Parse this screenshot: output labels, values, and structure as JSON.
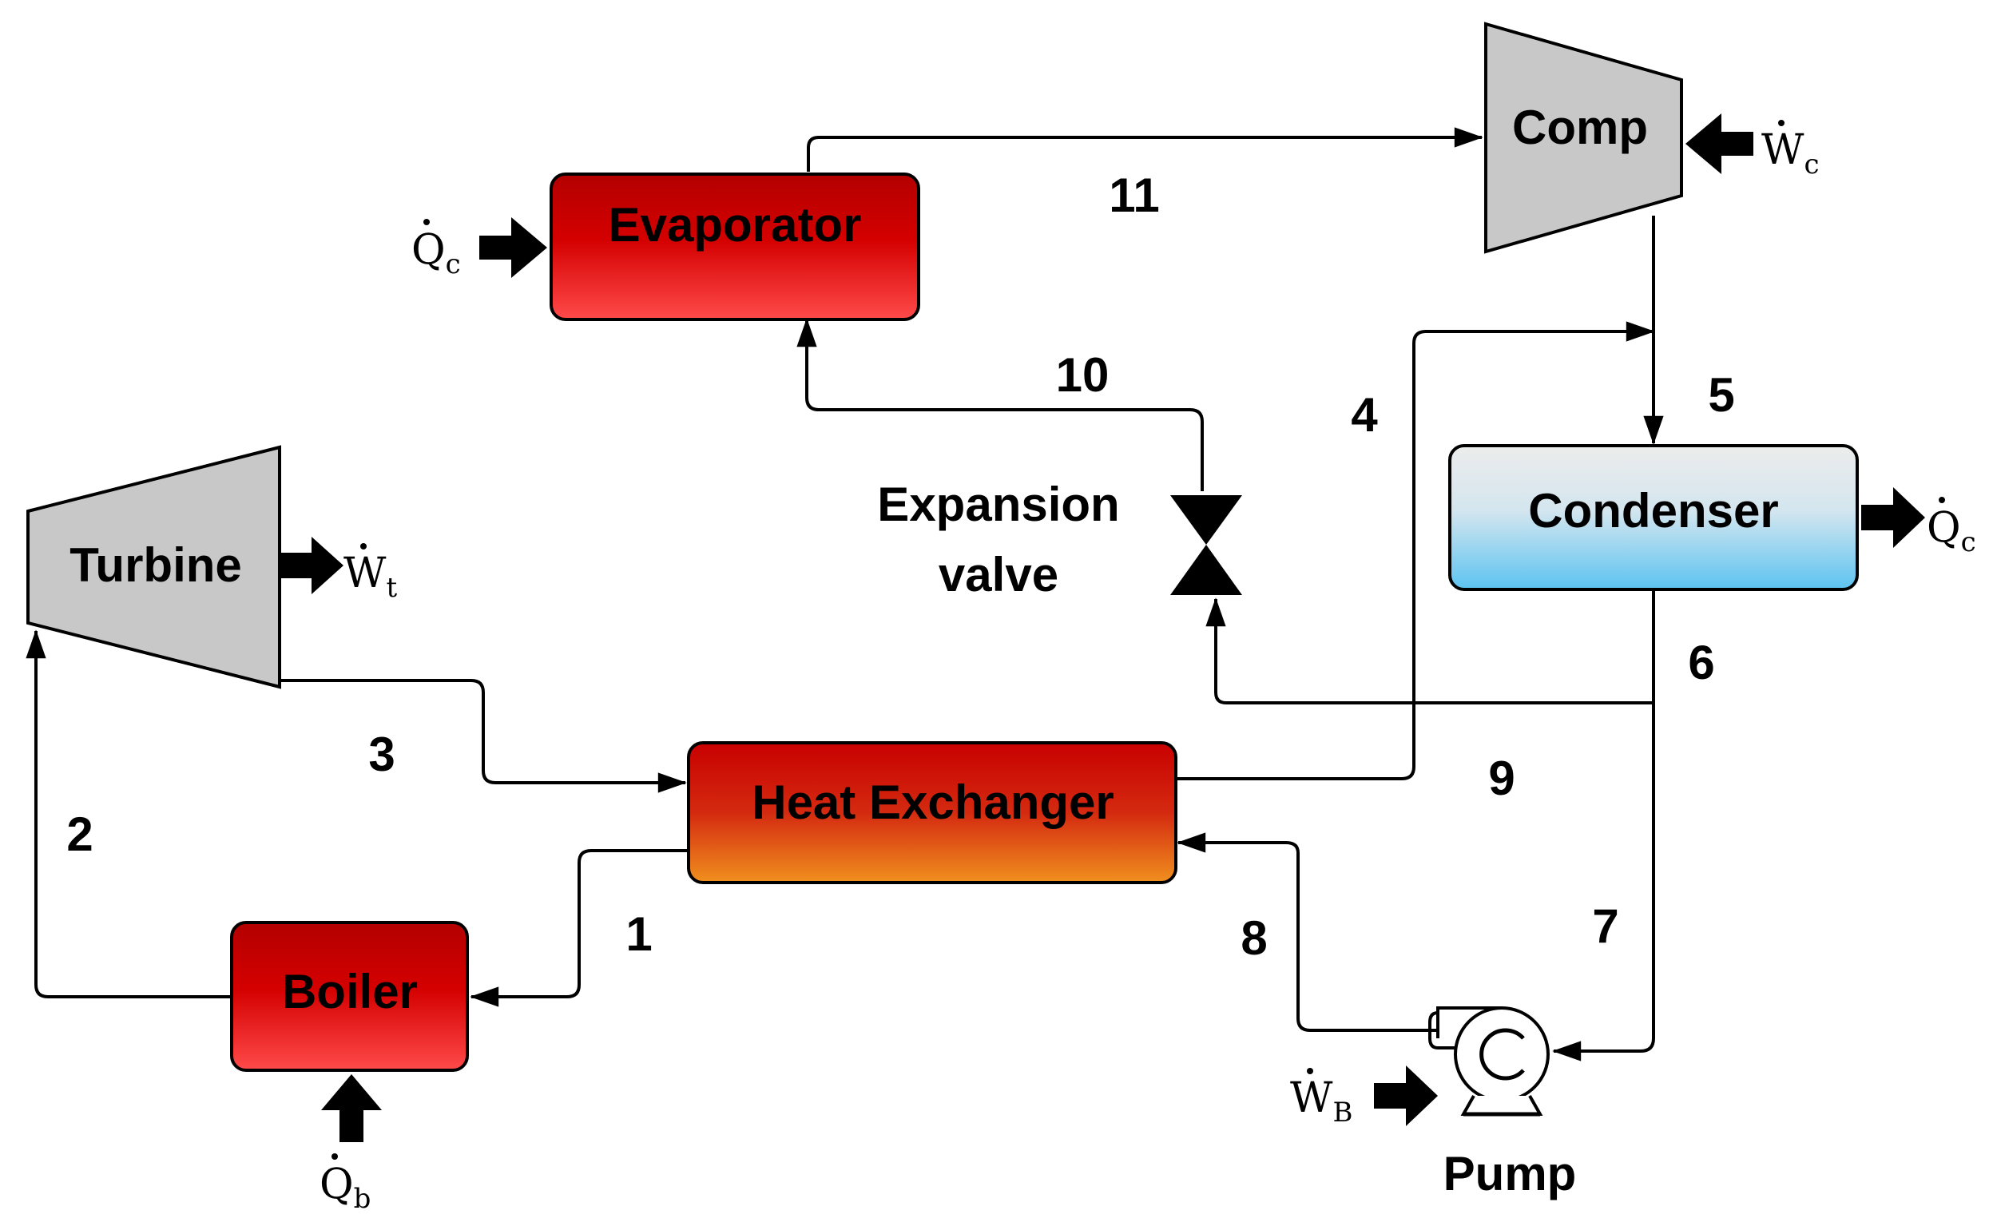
{
  "components": {
    "evaporator": "Evaporator",
    "comp": "Comp",
    "condenser": "Condenser",
    "turbine": "Turbine",
    "heat_exchanger": "Heat Exchanger",
    "boiler": "Boiler",
    "pump": "Pump",
    "expansion_valve_line1": "Expansion",
    "expansion_valve_line2": "valve"
  },
  "state_points": [
    "1",
    "2",
    "3",
    "4",
    "5",
    "6",
    "7",
    "8",
    "9",
    "10",
    "11"
  ],
  "energy_flows": {
    "q_evap": {
      "symbol": "Q",
      "sub": "c"
    },
    "w_comp": {
      "symbol": "W",
      "sub": "c"
    },
    "q_cond": {
      "symbol": "Q",
      "sub": "c"
    },
    "w_turbine": {
      "symbol": "W",
      "sub": "t"
    },
    "q_boiler": {
      "symbol": "Q",
      "sub": "b"
    },
    "w_pump": {
      "symbol": "W",
      "sub": "B"
    }
  },
  "colors": {
    "hot_top": "#c00000",
    "hot_bottom": "#ff3b3b",
    "hx_bottom": "#f08a1c",
    "cold_top": "#e6e6e6",
    "cold_bottom": "#5fc4ef",
    "machine": "#c8c8c8"
  }
}
